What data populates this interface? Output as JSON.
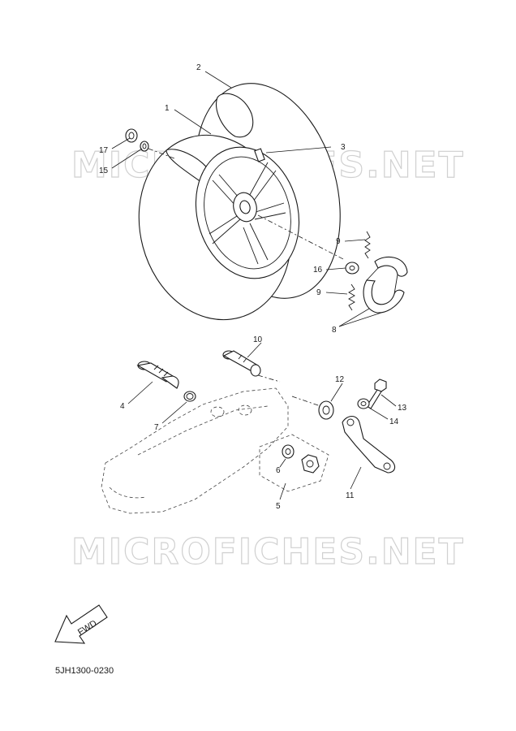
{
  "watermarks": [
    "MICROFICHES.NET",
    "MICROFICHES.NET"
  ],
  "callouts": [
    {
      "id": "c1",
      "text": "1"
    },
    {
      "id": "c2",
      "text": "2"
    },
    {
      "id": "c3",
      "text": "3"
    },
    {
      "id": "c4",
      "text": "4"
    },
    {
      "id": "c5",
      "text": "5"
    },
    {
      "id": "c6",
      "text": "6"
    },
    {
      "id": "c7",
      "text": "7"
    },
    {
      "id": "c8",
      "text": "8"
    },
    {
      "id": "c9a",
      "text": "9"
    },
    {
      "id": "c9b",
      "text": "9"
    },
    {
      "id": "c10",
      "text": "10"
    },
    {
      "id": "c11",
      "text": "11"
    },
    {
      "id": "c12",
      "text": "12"
    },
    {
      "id": "c13",
      "text": "13"
    },
    {
      "id": "c14",
      "text": "14"
    },
    {
      "id": "c15",
      "text": "15"
    },
    {
      "id": "c16",
      "text": "16"
    },
    {
      "id": "c17",
      "text": "17"
    }
  ],
  "fwd_label": "FWD",
  "reference_code": "5JH1300-0230",
  "icons": {
    "direction": "fwd-arrow-icon"
  }
}
